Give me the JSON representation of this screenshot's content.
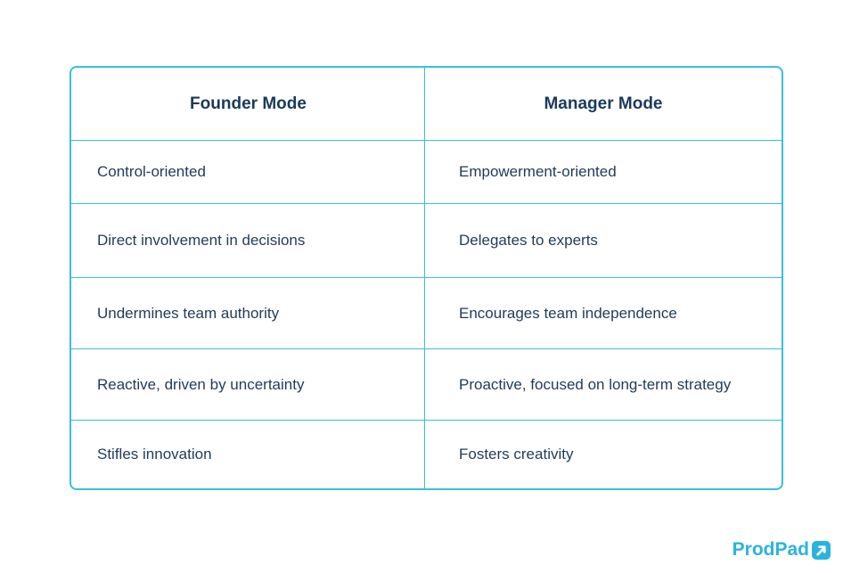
{
  "table": {
    "headers": [
      "Founder Mode",
      "Manager Mode"
    ],
    "rows": [
      [
        "Control-oriented",
        "Empowerment-oriented"
      ],
      [
        "Direct involvement in decisions",
        "Delegates to experts"
      ],
      [
        "Undermines team authority",
        "Encourages team independence"
      ],
      [
        "Reactive, driven by uncertainty",
        "Proactive, focused on long-term strategy"
      ],
      [
        "Stifles innovation",
        "Fosters creativity"
      ]
    ]
  },
  "logo": {
    "text": "ProdPad",
    "icon": "arrow-up-right-icon"
  },
  "colors": {
    "border": "#38bfe0",
    "text": "#1f3b5a",
    "brand": "#2bb3e0"
  }
}
